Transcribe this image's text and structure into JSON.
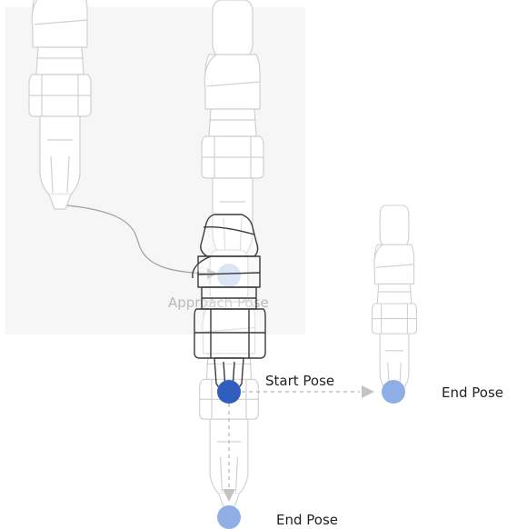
{
  "labels": {
    "approach_pose": "Approach Pose",
    "start_pose": "Start Pose",
    "end_pose_right": "End Pose",
    "end_pose_bottom": "End Pose"
  },
  "colors": {
    "panel_bg": "#f6f6f6",
    "ghost_stroke": "#c9c9c9",
    "ghost_fill": "#ffffff",
    "active_stroke": "#3a3a3a",
    "start_point": "#2f5fbd",
    "end_point": "#8faee6",
    "approach_point": "#c7d5ef",
    "path_dashed": "#b5b5b5",
    "path_curve": "#9a9a9a"
  }
}
